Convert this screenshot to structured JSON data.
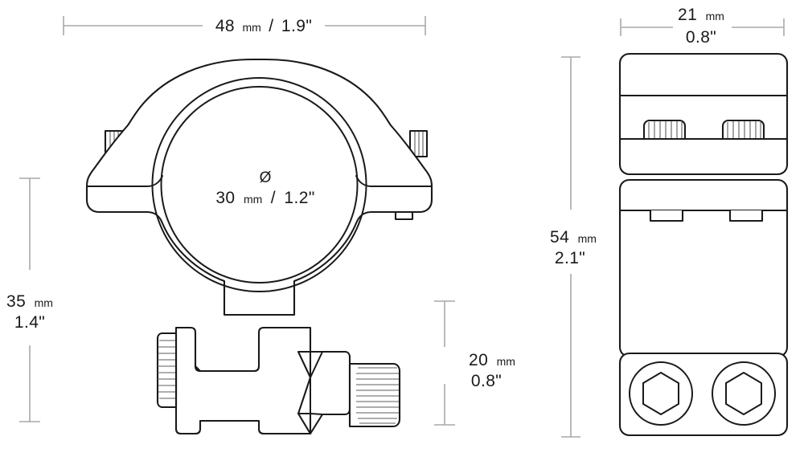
{
  "drawing": {
    "title": "Scope mount ring technical dimension drawing",
    "line_color": "#1a1a1a",
    "dimension_color": "#a8a8a8",
    "background": "#ffffff"
  },
  "views": {
    "front": {
      "name": "front-view",
      "description": "Scope ring front elevation with clamp base and knurled screws"
    },
    "side": {
      "name": "side-view",
      "description": "Scope ring side elevation showing two knurled screws and two hex socket bolts"
    }
  },
  "dimensions": {
    "width_top": {
      "name": "width-48mm",
      "metric_value": "48",
      "metric_unit": "mm",
      "separator": "/",
      "imperial": "1.9\""
    },
    "height_left": {
      "name": "height-35mm",
      "metric_value": "35",
      "metric_unit": "mm",
      "imperial": "1.4\""
    },
    "bore_diameter": {
      "name": "bore-diameter-30mm",
      "symbol": "Ø",
      "metric_value": "30",
      "metric_unit": "mm",
      "separator": "/",
      "imperial": "1.2\""
    },
    "base_height": {
      "name": "base-height-20mm",
      "metric_value": "20",
      "metric_unit": "mm",
      "imperial": "0.8\""
    },
    "side_width": {
      "name": "side-width-21mm",
      "metric_value": "21",
      "metric_unit": "mm",
      "imperial": "0.8\""
    },
    "side_height": {
      "name": "side-height-54mm",
      "metric_value": "54",
      "metric_unit": "mm",
      "imperial": "2.1\""
    }
  }
}
